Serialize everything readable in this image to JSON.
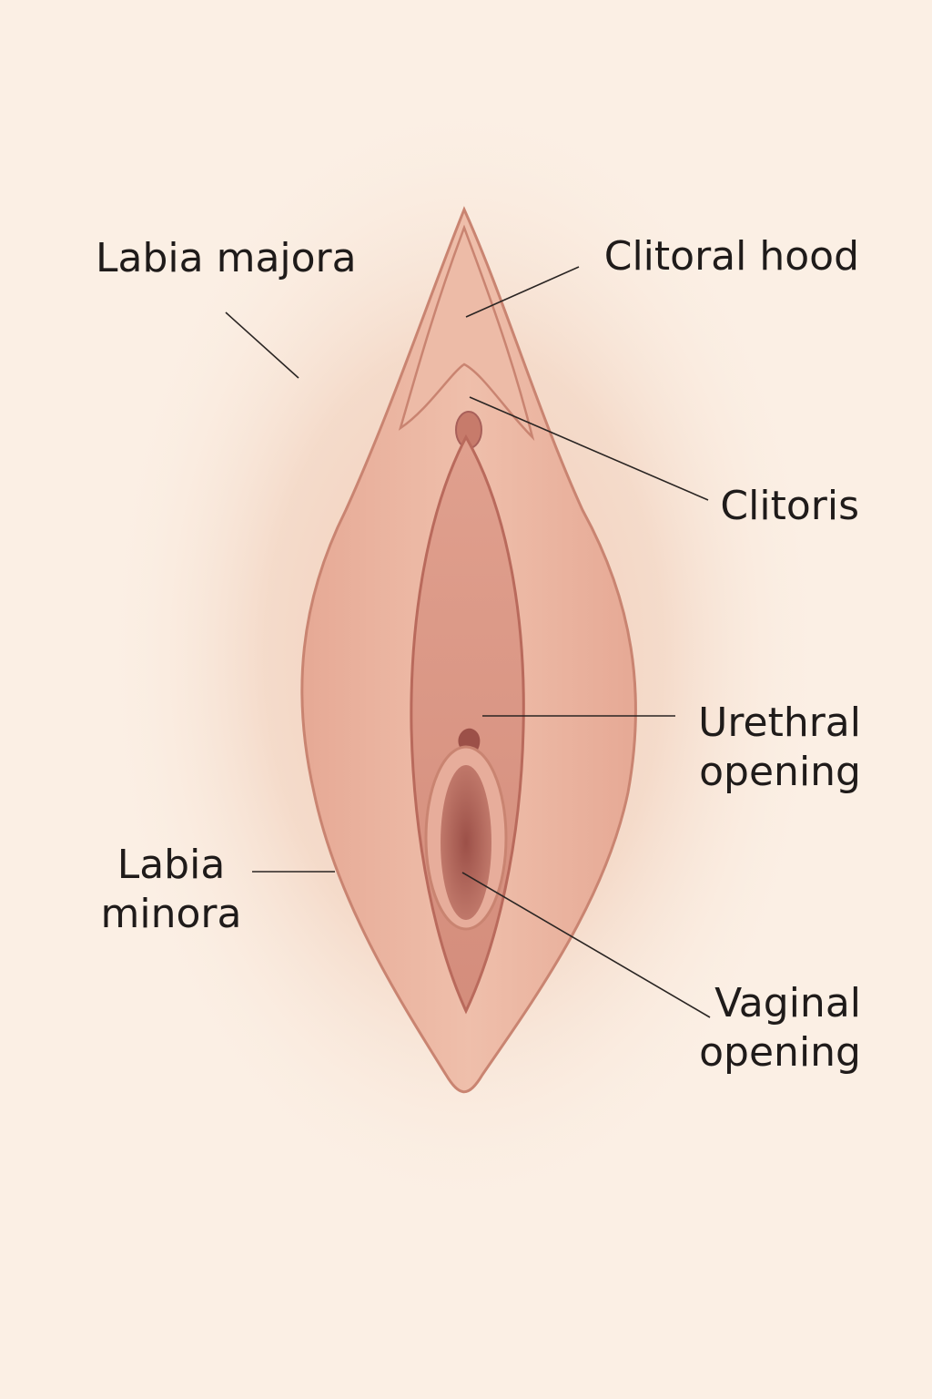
{
  "labels": {
    "labia_majora": "Labia majora",
    "clitoral_hood": "Clitoral hood",
    "clitoris": "Clitoris",
    "urethral_opening": [
      "Urethral",
      "opening"
    ],
    "labia_minora": [
      "Labia",
      "minora"
    ],
    "vaginal_opening": [
      "Vaginal",
      "opening"
    ]
  },
  "colors": {
    "background": "#fbefe4",
    "outer_glow": "#f3d6c4",
    "tissue_light": "#eab4a0",
    "tissue_mid": "#d99483",
    "tissue_dark": "#b96a5c",
    "opening": "#a85a4f",
    "leader_line": "#2a2523",
    "text": "#1f1b1a"
  }
}
